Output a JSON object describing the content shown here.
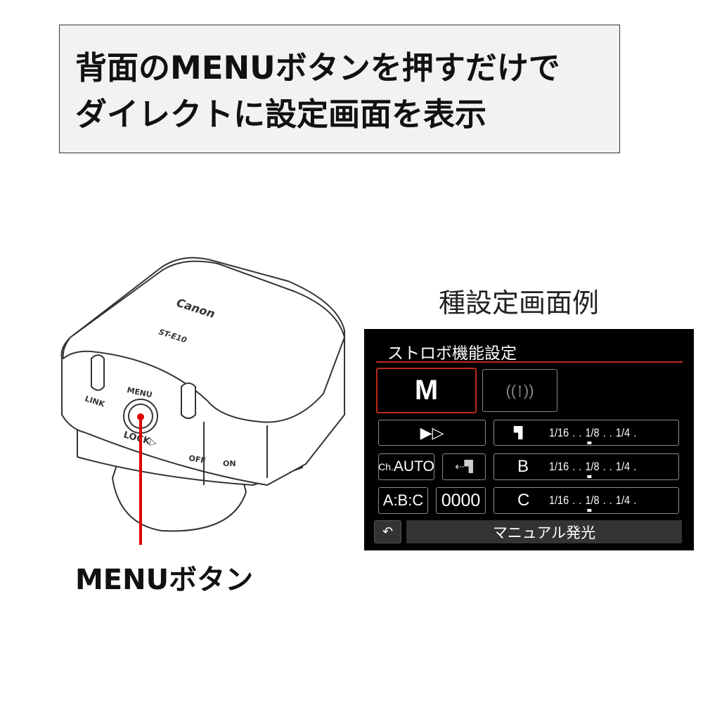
{
  "headline": {
    "line1": "背面のMENUボタンを押すだけで",
    "line2": "ダイレクトに設定画面を表示"
  },
  "caption": "種設定画面例",
  "device": {
    "brand": "Canon",
    "model": "ST-E10",
    "labels": {
      "link": "LINK",
      "menu": "MENU",
      "lock": "LOCK▷",
      "off": "OFF",
      "on": "ON"
    }
  },
  "callout": {
    "label": "MENUボタン",
    "color": "#e00000"
  },
  "screen": {
    "title": "ストロボ機能設定",
    "accent": "#c0281e",
    "mode": "M",
    "wireless_icon": "antenna-icon",
    "ch_label": "Ch.",
    "ch_value": "AUTO",
    "ratio": "A:B:C",
    "id": "0000",
    "rows": [
      {
        "label": "",
        "icon": "flash-unit-icon",
        "scale": [
          "1/16",
          ".",
          ".",
          "1/8",
          ".",
          ".",
          "1/4",
          "."
        ],
        "selected": "1/8"
      },
      {
        "label": "B",
        "scale": [
          "1/16",
          ".",
          ".",
          "1/8",
          ".",
          ".",
          "1/4",
          "."
        ],
        "selected": "1/8"
      },
      {
        "label": "C",
        "scale": [
          "1/16",
          ".",
          ".",
          "1/8",
          ".",
          ".",
          "1/4",
          "."
        ],
        "selected": "1/8"
      }
    ],
    "status": "マニュアル発光",
    "back_icon": "return-icon"
  }
}
